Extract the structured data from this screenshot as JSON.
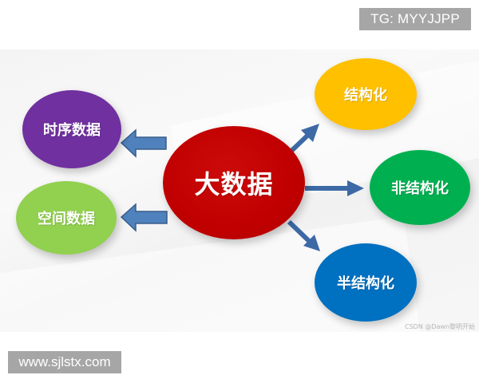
{
  "watermarks": {
    "top": "TG: MYYJJPP",
    "bottom": "www.sjlstx.com"
  },
  "credit": "CSDN @Dawn黎明开始",
  "diagram": {
    "center": {
      "label": "大数据",
      "color": "#c00000"
    },
    "inputs": [
      {
        "label": "时序数据",
        "color": "#7030a0"
      },
      {
        "label": "空间数据",
        "color": "#92d050"
      }
    ],
    "outputs": [
      {
        "label": "结构化",
        "color": "#ffc000"
      },
      {
        "label": "非结构化",
        "color": "#00b050"
      },
      {
        "label": "半结构化",
        "color": "#0070c0"
      }
    ],
    "arrow_color": "#3d6aa6",
    "arrow_outline": "#2f528f"
  }
}
